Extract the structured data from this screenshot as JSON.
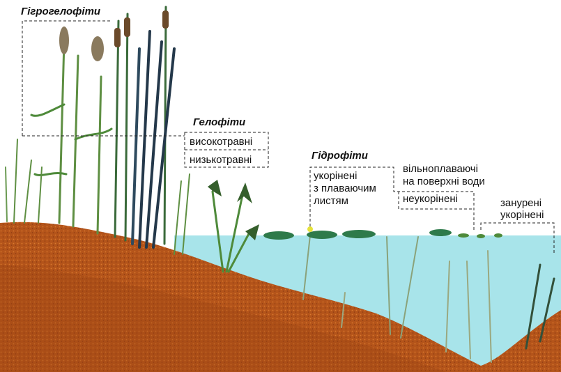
{
  "groups": {
    "hygrohelophytes": {
      "title": "Гігрогелофіти"
    },
    "helophytes": {
      "title": "Гелофіти",
      "tall": "високотравні",
      "short": "низькотравні"
    },
    "hydrophytes": {
      "title": "Гідрофіти",
      "rooted_floating_line1": "укорінені",
      "rooted_floating_line2": "з плаваючим",
      "rooted_floating_line3": "листям",
      "free_floating_line1": "вільноплаваючі",
      "free_floating_line2": "на поверхні води",
      "unrooted": "неукорінені",
      "submerged_line1": "занурені",
      "submerged_line2": "укорінені"
    }
  },
  "colors": {
    "water": "#a8e4ea",
    "soil": "#b4541a",
    "soil_dark": "#7a3410",
    "plant_green": "#4e8a3a",
    "plant_dark": "#24384a",
    "leader_line": "#222222"
  }
}
